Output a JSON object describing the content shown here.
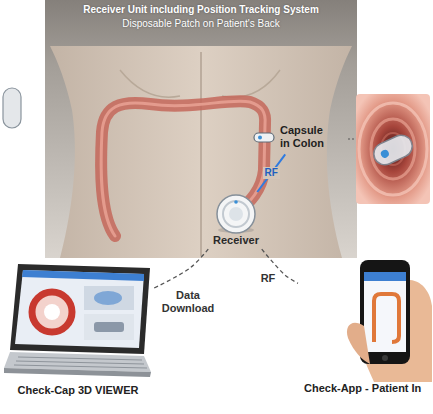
{
  "diagram": {
    "nodes": [
      {
        "text": [
          "Receiver Unit including Position Tracking System",
          "Disposable Patch on Patient's Back"
        ]
      },
      {
        "text": [
          "Capsule in Colon"
        ],
        "in": 0
      },
      {
        "text": [
          "Receiver"
        ],
        "in": 0
      },
      {
        "text": [
          "Check-Cap 3D VIEWER"
        ]
      },
      {
        "text": [
          "Check-App - Patient In"
        ]
      }
    ],
    "edges": [
      {
        "from": 1,
        "to": 2,
        "label": "RF",
        "arrow": "none"
      },
      {
        "from": 2,
        "to": 3,
        "label": "Data Download",
        "arrow": "none"
      },
      {
        "from": 2,
        "to": 4,
        "label": "RF",
        "arrow": "none"
      }
    ]
  }
}
